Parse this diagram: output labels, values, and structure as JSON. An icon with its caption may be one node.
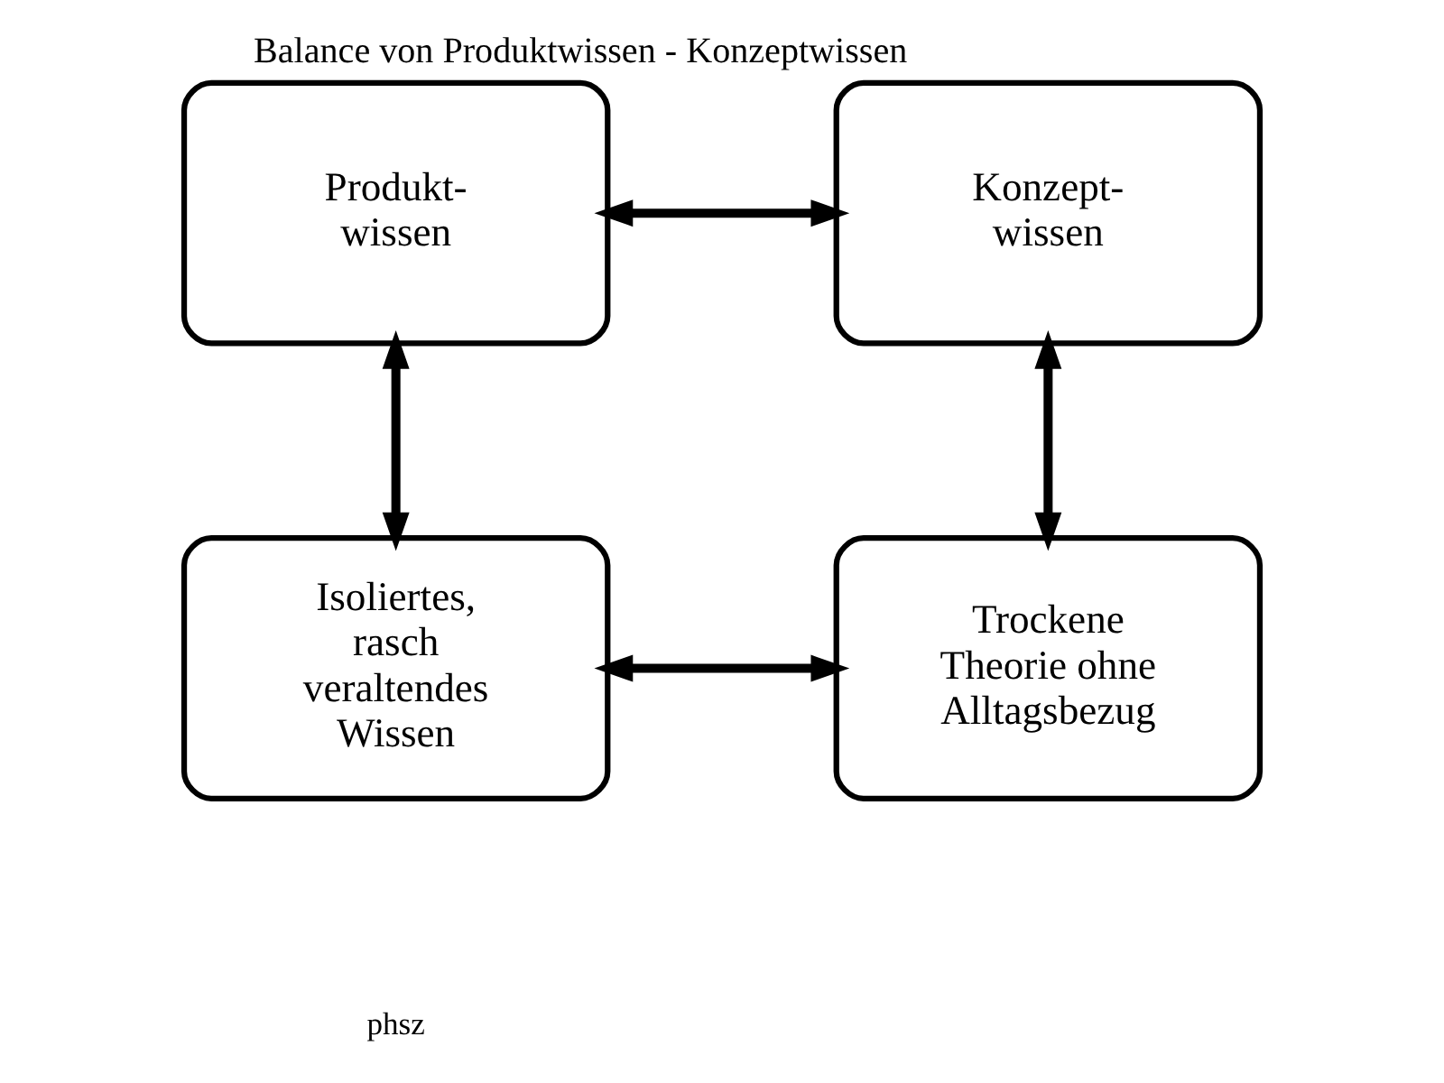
{
  "diagram": {
    "title": "Balance von Produktwissen - Konzeptwissen",
    "nodes": [
      {
        "text": [
          "Produkt- wissen"
        ]
      },
      {
        "text": [
          "Konzept- wissen"
        ]
      },
      {
        "text": [
          "Isoliertes, rasch veraltendes Wissen"
        ]
      },
      {
        "text": [
          "Trockene Theorie ohne Alltagsbezug"
        ]
      }
    ],
    "edges": [
      {
        "from": 0,
        "to": 1,
        "arrow": "both"
      },
      {
        "from": 0,
        "to": 2,
        "arrow": "both"
      },
      {
        "from": 1,
        "to": 3,
        "arrow": "both"
      },
      {
        "from": 2,
        "to": 3,
        "arrow": "both"
      }
    ],
    "labels": [
      "phsz"
    ]
  }
}
